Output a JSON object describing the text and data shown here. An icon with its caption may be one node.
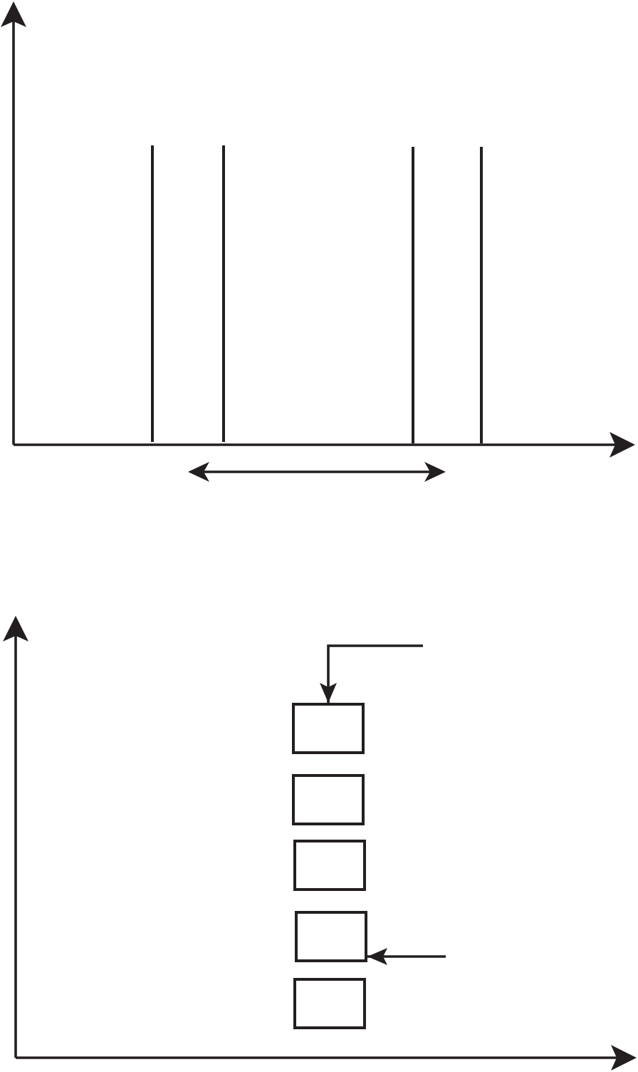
{
  "diagram": {
    "nodes": [
      {
        "text": [],
        "shape": "box"
      },
      {
        "text": [],
        "shape": "box"
      },
      {
        "text": [],
        "shape": "box"
      },
      {
        "text": [],
        "shape": "box"
      },
      {
        "text": [],
        "shape": "box"
      }
    ],
    "edges": [
      {
        "from": null,
        "to": 0,
        "arrow": "to"
      },
      {
        "from": null,
        "to": 3,
        "arrow": "to"
      }
    ]
  }
}
